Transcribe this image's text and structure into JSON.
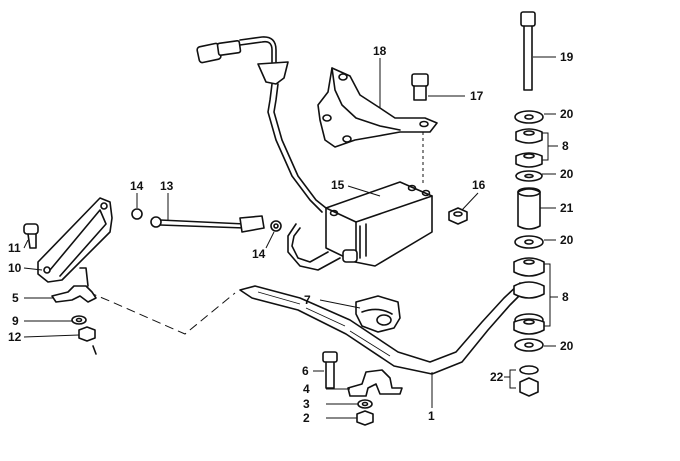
{
  "callouts": [
    {
      "id": "c1",
      "label": "1"
    },
    {
      "id": "c2",
      "label": "2"
    },
    {
      "id": "c3",
      "label": "3"
    },
    {
      "id": "c4",
      "label": "4"
    },
    {
      "id": "c5",
      "label": "5"
    },
    {
      "id": "c6",
      "label": "6"
    },
    {
      "id": "c7",
      "label": "7"
    },
    {
      "id": "c8a",
      "label": "8"
    },
    {
      "id": "c8b",
      "label": "8"
    },
    {
      "id": "c9",
      "label": "9"
    },
    {
      "id": "c10",
      "label": "10"
    },
    {
      "id": "c11",
      "label": "11"
    },
    {
      "id": "c12",
      "label": "12"
    },
    {
      "id": "c13",
      "label": "13"
    },
    {
      "id": "c14a",
      "label": "14"
    },
    {
      "id": "c14b",
      "label": "14"
    },
    {
      "id": "c15",
      "label": "15"
    },
    {
      "id": "c16",
      "label": "16"
    },
    {
      "id": "c17",
      "label": "17"
    },
    {
      "id": "c18",
      "label": "18"
    },
    {
      "id": "c19",
      "label": "19"
    },
    {
      "id": "c20a",
      "label": "20"
    },
    {
      "id": "c20b",
      "label": "20"
    },
    {
      "id": "c20c",
      "label": "20"
    },
    {
      "id": "c20d",
      "label": "20"
    },
    {
      "id": "c21",
      "label": "21"
    },
    {
      "id": "c22",
      "label": "22"
    }
  ]
}
